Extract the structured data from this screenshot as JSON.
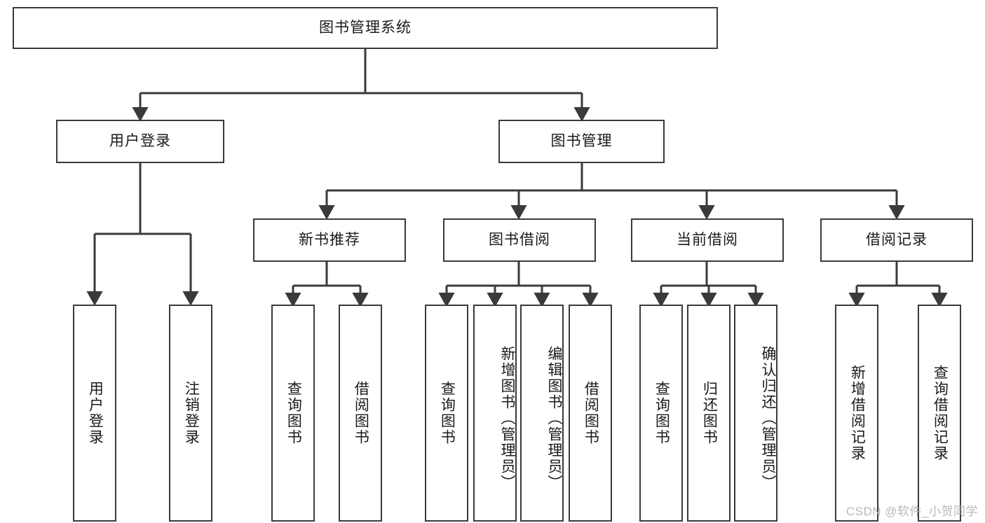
{
  "diagram": {
    "type": "tree",
    "title": "图书管理系统",
    "watermark": "CSDN @软件_小贺同学",
    "colors": {
      "border": "#3a3a3a",
      "background": "#ffffff",
      "text": "#1a1a1a",
      "watermark": "#b9b9b9"
    },
    "root": {
      "label": "图书管理系统"
    },
    "level2": [
      {
        "label": "用户登录"
      },
      {
        "label": "图书管理"
      }
    ],
    "level3": [
      {
        "label": "新书推荐"
      },
      {
        "label": "图书借阅"
      },
      {
        "label": "当前借阅"
      },
      {
        "label": "借阅记录"
      }
    ],
    "leaves": {
      "user_login": [
        {
          "label": "用户登录"
        },
        {
          "label": "注销登录"
        }
      ],
      "new_book": [
        {
          "label": "查询图书"
        },
        {
          "label": "借阅图书"
        }
      ],
      "book_borrow": [
        {
          "label": "查询图书"
        },
        {
          "label": "新增图书（管理员）"
        },
        {
          "label": "编辑图书（管理员）"
        },
        {
          "label": "借阅图书"
        }
      ],
      "current_borrow": [
        {
          "label": "查询图书"
        },
        {
          "label": "归还图书"
        },
        {
          "label": "确认归还（管理员）"
        }
      ],
      "borrow_record": [
        {
          "label": "新增借阅记录"
        },
        {
          "label": "查询借阅记录"
        }
      ]
    }
  }
}
